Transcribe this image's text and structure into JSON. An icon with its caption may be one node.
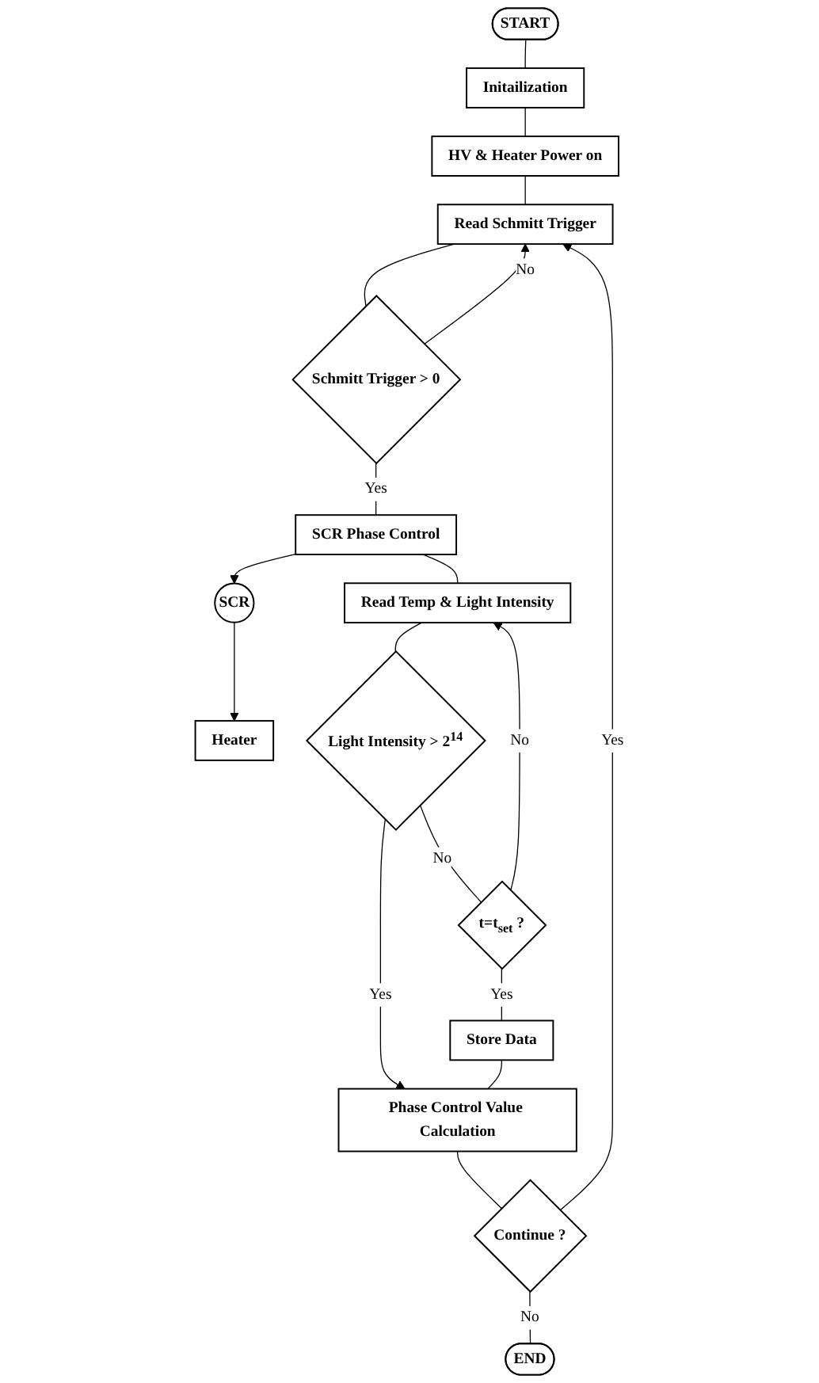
{
  "diagram": {
    "nodes": [
      {
        "text": [
          "START"
        ]
      },
      {
        "text": [
          "Initailization"
        ]
      },
      {
        "text": [
          "HV & Heater Power on"
        ]
      },
      {
        "text": [
          "Read Schmitt Trigger"
        ]
      },
      {
        "text": [
          "Schmitt Trigger > 0"
        ]
      },
      {
        "text": [
          "SCR Phase Control"
        ]
      },
      {
        "text": [
          "SCR"
        ]
      },
      {
        "text": [
          "Heater"
        ]
      },
      {
        "text": [
          "Read Temp & Light Intensity"
        ]
      },
      {
        "text": [
          "Light Intensity > 2$^{14}$"
        ]
      },
      {
        "text": [
          "t=t$_{set}$ ?"
        ]
      },
      {
        "text": [
          "Store Data"
        ]
      },
      {
        "text": [
          "Phase Control Value Calculation"
        ]
      },
      {
        "text": [
          "Continue ?"
        ]
      },
      {
        "text": [
          "END"
        ]
      }
    ],
    "edges": [
      {
        "from": 0,
        "to": 1,
        "arrow": "none"
      },
      {
        "from": 1,
        "to": 2,
        "arrow": "none"
      },
      {
        "from": 2,
        "to": 3,
        "arrow": "none"
      },
      {
        "from": 3,
        "to": 4,
        "arrow": "none"
      },
      {
        "from": 4,
        "to": 3,
        "arrow": "to",
        "label": "No"
      },
      {
        "from": 4,
        "to": 5,
        "arrow": "none",
        "label": "Yes"
      },
      {
        "from": 5,
        "to": 6,
        "arrow": "to"
      },
      {
        "from": 6,
        "to": 7,
        "arrow": "to"
      },
      {
        "from": 5,
        "to": 8,
        "arrow": "none"
      },
      {
        "from": 8,
        "to": 9,
        "arrow": "none"
      },
      {
        "from": 9,
        "to": 10,
        "arrow": "none",
        "label": "No"
      },
      {
        "from": 10,
        "to": 8,
        "arrow": "to",
        "label": "No"
      },
      {
        "from": 9,
        "to": 12,
        "arrow": "to",
        "label": "Yes"
      },
      {
        "from": 10,
        "to": 11,
        "arrow": "none",
        "label": "Yes"
      },
      {
        "from": 11,
        "to": 12,
        "arrow": "none"
      },
      {
        "from": 12,
        "to": 13,
        "arrow": "none"
      },
      {
        "from": 13,
        "to": 3,
        "arrow": "to",
        "label": "Yes"
      },
      {
        "from": 13,
        "to": 14,
        "arrow": "none",
        "label": "No"
      }
    ]
  }
}
